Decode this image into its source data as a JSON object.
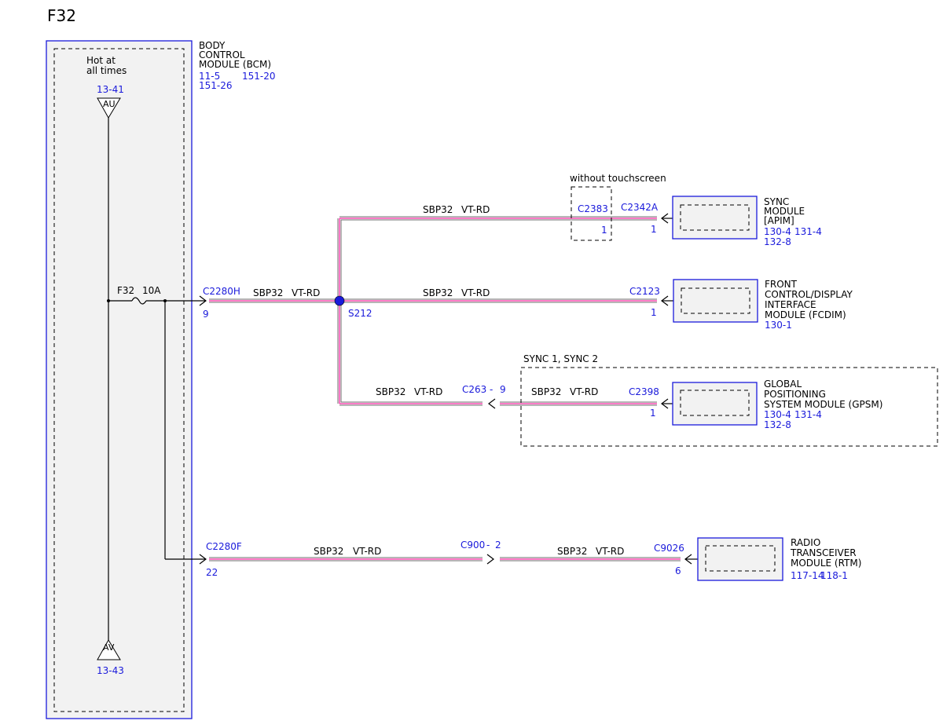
{
  "title": "F32",
  "colors": {
    "wire_pink": "#ff2fa8",
    "ref_blue": "#1a1adb",
    "splice": "#1a1adb"
  },
  "bcm": {
    "name_lines": [
      "BODY",
      "CONTROL",
      "MODULE (BCM)"
    ],
    "refs_line1_a": "11-5",
    "refs_line1_b": "151-20",
    "refs_line2": "151-26",
    "hot_lines": [
      "Hot at",
      "all times"
    ],
    "top_ref": "13-41",
    "top_symbol": "AU",
    "bottom_symbol": "AV",
    "bottom_ref": "13-43",
    "fuse_name": "F32",
    "fuse_rating": "10A"
  },
  "circuit": {
    "code": "SBP32",
    "color": "VT-RD"
  },
  "splice": {
    "name": "S212"
  },
  "connectors": {
    "c2280h": {
      "name": "C2280H",
      "pin": "9"
    },
    "c2280f": {
      "name": "C2280F",
      "pin": "22"
    },
    "c2383": {
      "name": "C2383",
      "pin": "1",
      "note": "without touchscreen"
    },
    "c2342a": {
      "name": "C2342A",
      "pin": "1"
    },
    "c2123": {
      "name": "C2123",
      "pin": "1"
    },
    "c263": {
      "name": "C263",
      "dash": "-",
      "pin": "9"
    },
    "c2398": {
      "name": "C2398",
      "pin": "1"
    },
    "c900": {
      "name": "C900",
      "dash": "-",
      "pin": "2"
    },
    "c9026": {
      "name": "C9026",
      "pin": "6"
    }
  },
  "sync_group": {
    "label": "SYNC 1, SYNC 2"
  },
  "modules": {
    "apim": {
      "lines": [
        "SYNC",
        "MODULE",
        "[APIM]"
      ],
      "refs_a": "130-4",
      "refs_b": "131-4",
      "refs_c": "132-8"
    },
    "fcdim": {
      "lines": [
        "FRONT",
        "CONTROL/DISPLAY",
        "INTERFACE",
        "MODULE (FCDIM)"
      ],
      "refs_a": "130-1"
    },
    "gpsm": {
      "lines": [
        "GLOBAL",
        "POSITIONING",
        "SYSTEM MODULE (GPSM)"
      ],
      "refs_a": "130-4",
      "refs_b": "131-4",
      "refs_c": "132-8"
    },
    "rtm": {
      "lines": [
        "RADIO",
        "TRANSCEIVER",
        "MODULE (RTM)"
      ],
      "refs_a": "117-14",
      "refs_b": "118-1"
    }
  }
}
